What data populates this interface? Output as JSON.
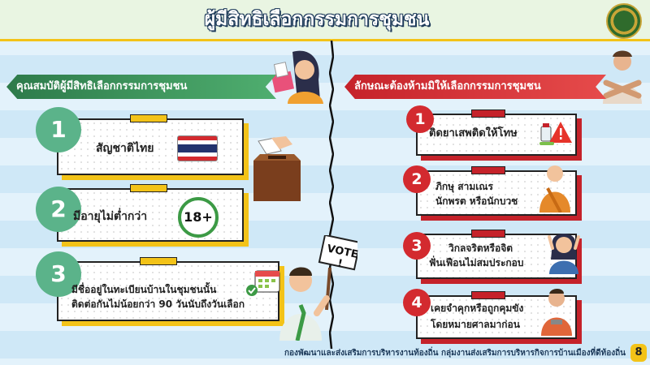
{
  "header": {
    "title": "ผู้มีสิทธิเลือกกรรมการชุมชน"
  },
  "left": {
    "heading": "คุณสมบัติผู้มีสิทธิเลือกกรรมการชุมชน",
    "items": [
      {
        "number": "1",
        "text": "สัญชาติไทย"
      },
      {
        "number": "2",
        "text": "มีอายุไม่ต่ำกว่า",
        "badge": "18+"
      },
      {
        "number": "3",
        "line1": "มีชื่ออยู่ในทะเบียนบ้านในชุมชนนั้น",
        "line2": "ติดต่อกันไม่น้อยกว่า 90 วันนับถึงวันเลือก"
      }
    ]
  },
  "right": {
    "heading": "ลักษณะต้องห้ามมิให้เลือกกรรมการชุมชน",
    "items": [
      {
        "number": "1",
        "line1": "ติดยาเสพติดให้โทษ",
        "line2": ""
      },
      {
        "number": "2",
        "line1": "ภิกษุ สามเณร",
        "line2": "นักพรต หรือนักบวช"
      },
      {
        "number": "3",
        "line1": "วิกลจริตหรือจิต",
        "line2": "ฟั่นเฟือนไม่สมประกอบ"
      },
      {
        "number": "4",
        "line1": "เคยจำคุกหรือถูกคุมขัง",
        "line2": "โดยหมายศาลมาก่อน"
      }
    ]
  },
  "sign": {
    "text": "VOTE !"
  },
  "footer": {
    "text": "กองพัฒนาและส่งเสริมการบริหารงานท้องถิ่น กลุ่มงานส่งเสริมการบริหารกิจการบ้านเมืองที่ดีท้องถิ่น",
    "page": "8"
  },
  "colors": {
    "green": "#5bb38a",
    "red": "#d32a2f",
    "yellow": "#f3c318",
    "navy": "#1d3a5a"
  }
}
